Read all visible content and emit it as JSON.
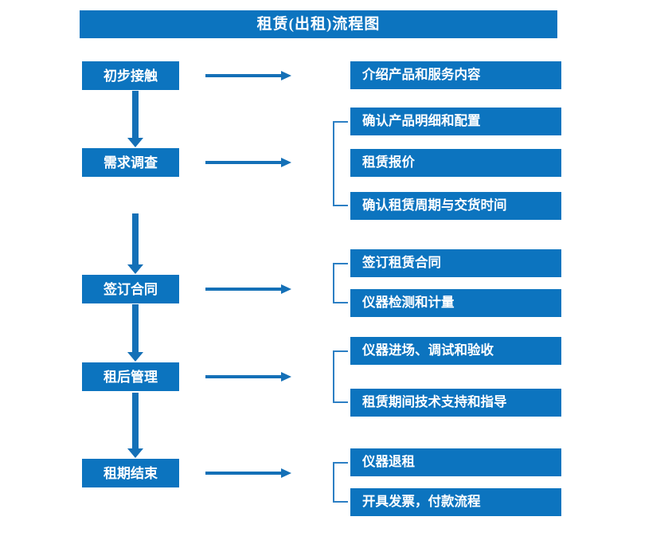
{
  "title": {
    "text": "租赁(出租)流程图"
  },
  "colors": {
    "box_fill": "#0C74BF",
    "box_text": "#FFFFFF",
    "arrow": "#1470B7",
    "bracket": "#2C7FC4",
    "background": "#FFFFFF"
  },
  "stages": [
    {
      "label": "初步接触"
    },
    {
      "label": "需求调查"
    },
    {
      "label": "签订合同"
    },
    {
      "label": "租后管理"
    },
    {
      "label": "租期结束"
    }
  ],
  "details": [
    {
      "label": "介绍产品和服务内容"
    },
    {
      "label": "确认产品明细和配置"
    },
    {
      "label": "租赁报价"
    },
    {
      "label": "确认租赁周期与交货时间"
    },
    {
      "label": "签订租赁合同"
    },
    {
      "label": "仪器检测和计量"
    },
    {
      "label": "仪器进场、调试和验收"
    },
    {
      "label": "租赁期间技术支持和指导"
    },
    {
      "label": "仪器退租"
    },
    {
      "label": "开具发票，付款流程"
    }
  ]
}
